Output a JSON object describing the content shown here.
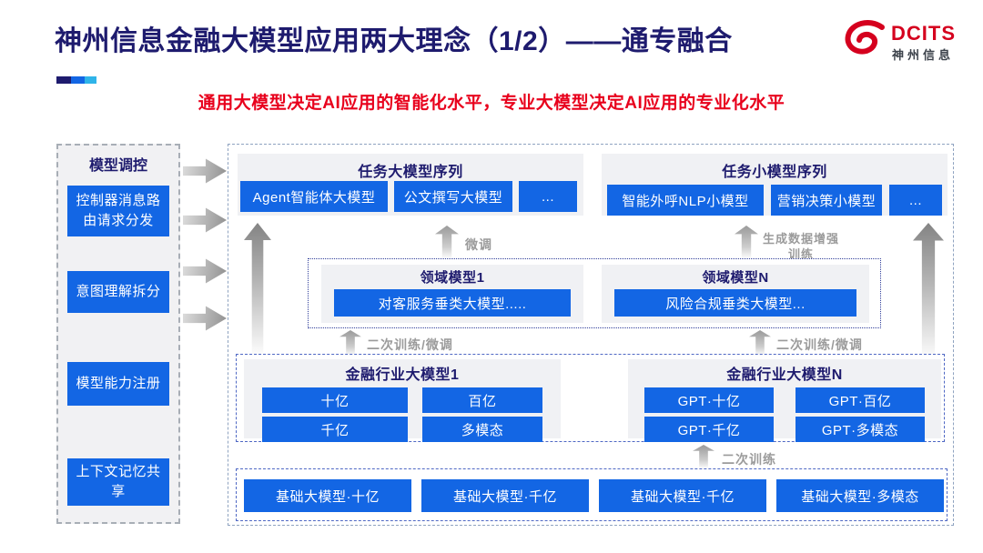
{
  "header": {
    "title": "神州信息金融大模型应用两大理念（1/2）——通专融合",
    "subtitle": "通用大模型决定AI应用的智能化水平，专业大模型决定AI应用的专业化水平",
    "logo": {
      "brand": "DCITS",
      "brand_cn": "神州信息"
    }
  },
  "colors": {
    "accent_blue": "#1366e4",
    "navy": "#1e1b6e",
    "red": "#e8001c",
    "logo_red": "#d5001e",
    "bar_navy": "#1e1b6e",
    "bar_blue": "#1366e4",
    "bar_cyan": "#2fb4e9"
  },
  "sidebar": {
    "title": "模型调控",
    "items": [
      {
        "label": "控制器消息路由请求分发"
      },
      {
        "label": "意图理解拆分"
      },
      {
        "label": "模型能力注册"
      },
      {
        "label": "上下文记忆共享"
      }
    ]
  },
  "diagram": {
    "task_large": {
      "title": "任务大模型序列",
      "items": [
        "Agent智能体大模型",
        "公文撰写大模型",
        "..."
      ]
    },
    "task_small": {
      "title": "任务小模型序列",
      "items": [
        "智能外呼NLP小模型",
        "营销决策小模型",
        "..."
      ]
    },
    "arrow_labels": {
      "fine_tune": "微调",
      "gen_data_training": "生成数据增强训练",
      "secondary_left": "二次训练/微调",
      "secondary_right": "二次训练/微调",
      "secondary_bottom": "二次训练"
    },
    "domain": {
      "model1": {
        "title": "领域模型1",
        "item": "对客服务垂类大模型....."
      },
      "modelN": {
        "title": "领域模型N",
        "item": "风险合规垂类大模型..."
      }
    },
    "industry": {
      "model1": {
        "title": "金融行业大模型1",
        "items": [
          "十亿",
          "百亿",
          "千亿",
          "多模态"
        ]
      },
      "modelN": {
        "title": "金融行业大模型N",
        "items": [
          "GPT·十亿",
          "GPT·百亿",
          "GPT·千亿",
          "GPT·多模态"
        ]
      }
    },
    "base_models": [
      "基础大模型·十亿",
      "基础大模型·千亿",
      "基础大模型·千亿",
      "基础大模型·多模态"
    ]
  }
}
